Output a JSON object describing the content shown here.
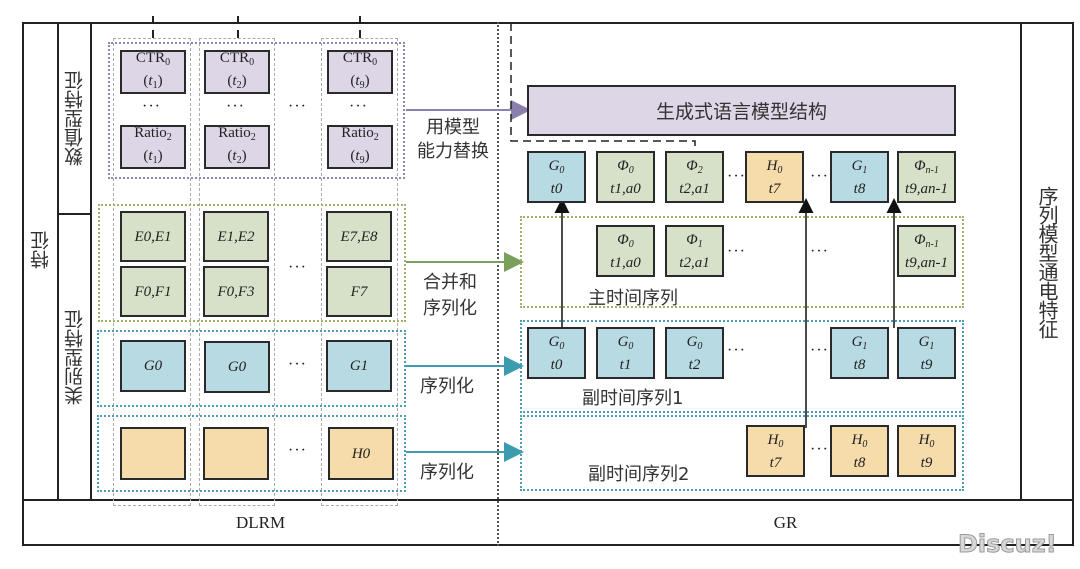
{
  "left_labels": {
    "features": "特征",
    "numeric_features": "数值型特征",
    "categorical_features": "类别型特征"
  },
  "right_label": "序列模型通电特征",
  "bottom": {
    "left": "DLRM",
    "right": "GR"
  },
  "colors": {
    "numeric": "#ddd6e6",
    "merge": "#d7e1c9",
    "g_sequence": "#b8dbe3",
    "h_sequence": "#f5dcaa"
  },
  "dlrm": {
    "numeric_cols": [
      {
        "top": "CTR",
        "top_sub": "0",
        "top_t": "t",
        "top_t_sub": "1",
        "bottom": "Ratio",
        "bottom_sub": "2",
        "bottom_t": "t",
        "bottom_t_sub": "1"
      },
      {
        "top": "CTR",
        "top_sub": "0",
        "top_t": "t",
        "top_t_sub": "2",
        "bottom": "Ratio",
        "bottom_sub": "2",
        "bottom_t": "t",
        "bottom_t_sub": "2"
      },
      {
        "top": "CTR",
        "top_sub": "0",
        "top_t": "t",
        "top_t_sub": "9",
        "bottom": "Ratio",
        "bottom_sub": "2",
        "bottom_t": "t",
        "bottom_t_sub": "9"
      }
    ],
    "ef_cols": [
      {
        "e": "E0,E1",
        "f": "F0,F1"
      },
      {
        "e": "E1,E2",
        "f": "F0,F3"
      },
      {
        "e": "E7,E8",
        "f": "F7"
      }
    ],
    "g_cols": [
      "G0",
      "G0",
      "G1"
    ],
    "h_cols": [
      "",
      "",
      "H0"
    ],
    "ellipsis": "···"
  },
  "arrows": {
    "replace_label_1": "用模型",
    "replace_label_2": "能力替换",
    "merge_label_1": "合并和",
    "merge_label_2": "序列化",
    "serialize_label_a": "序列化",
    "serialize_label_b": "序列化"
  },
  "gr": {
    "model_title": "生成式语言模型结构",
    "top_row": [
      {
        "a": "G",
        "a_sub": "0",
        "b": "t0",
        "color": "blue"
      },
      {
        "a": "Φ",
        "a_sub": "0",
        "b": "t1,a0",
        "color": "green"
      },
      {
        "a": "Φ",
        "a_sub": "2",
        "b": "t2,a1",
        "color": "green"
      },
      {
        "a": "H",
        "a_sub": "0",
        "b": "t7",
        "color": "orange"
      },
      {
        "a": "G",
        "a_sub": "1",
        "b": "t8",
        "color": "blue"
      },
      {
        "a": "Φ",
        "a_sub": "n-1",
        "b": "t9,an-1",
        "color": "green"
      }
    ],
    "main_seq": {
      "label": "主时间序列",
      "items": [
        {
          "a": "Φ",
          "a_sub": "0",
          "b": "t1,a0"
        },
        {
          "a": "Φ",
          "a_sub": "1",
          "b": "t2,a1"
        },
        {
          "a": "Φ",
          "a_sub": "n-1",
          "b": "t9,an-1"
        }
      ]
    },
    "sub_seq1": {
      "label": "副时间序列1",
      "items": [
        {
          "a": "G",
          "a_sub": "0",
          "b": "t0"
        },
        {
          "a": "G",
          "a_sub": "0",
          "b": "t1"
        },
        {
          "a": "G",
          "a_sub": "0",
          "b": "t2"
        },
        {
          "a": "G",
          "a_sub": "1",
          "b": "t8"
        },
        {
          "a": "G",
          "a_sub": "1",
          "b": "t9"
        }
      ]
    },
    "sub_seq2": {
      "label": "副时间序列2",
      "items": [
        {
          "a": "H",
          "a_sub": "0",
          "b": "t7"
        },
        {
          "a": "H",
          "a_sub": "0",
          "b": "t8"
        },
        {
          "a": "H",
          "a_sub": "0",
          "b": "t9"
        }
      ]
    },
    "ellipsis": "···"
  },
  "watermark": "Discuz!"
}
